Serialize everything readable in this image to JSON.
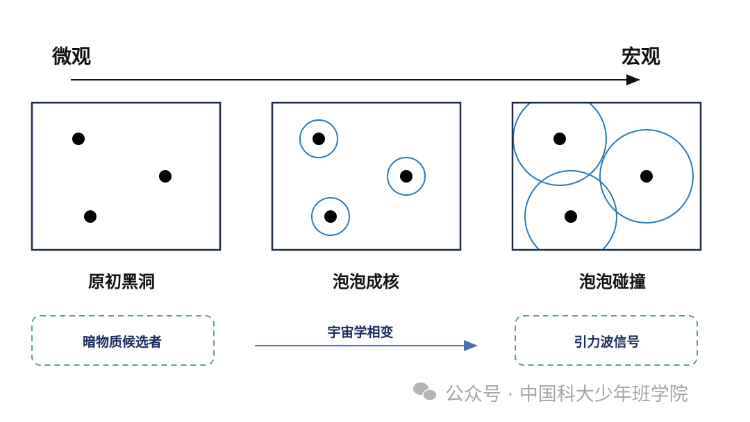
{
  "axis": {
    "left_label": "微观",
    "right_label": "宏观"
  },
  "panels": [
    {
      "label": "原初黑洞",
      "bubbles": false
    },
    {
      "label": "泡泡成核",
      "bubbles": true
    },
    {
      "label": "泡泡碰撞",
      "bubbles": true
    }
  ],
  "bottom": {
    "left_box": "暗物质候选者",
    "arrow_label": "宇宙学相变",
    "right_box": "引力波信号"
  },
  "watermark": {
    "icon": "wechat-icon",
    "text": "公众号 · 中国科大少年班学院"
  },
  "colors": {
    "bubble": "#2a7ab8",
    "frame": "#1f2d4a",
    "dashed": "#5a9ea0",
    "arrow": "#4a6fb5"
  }
}
